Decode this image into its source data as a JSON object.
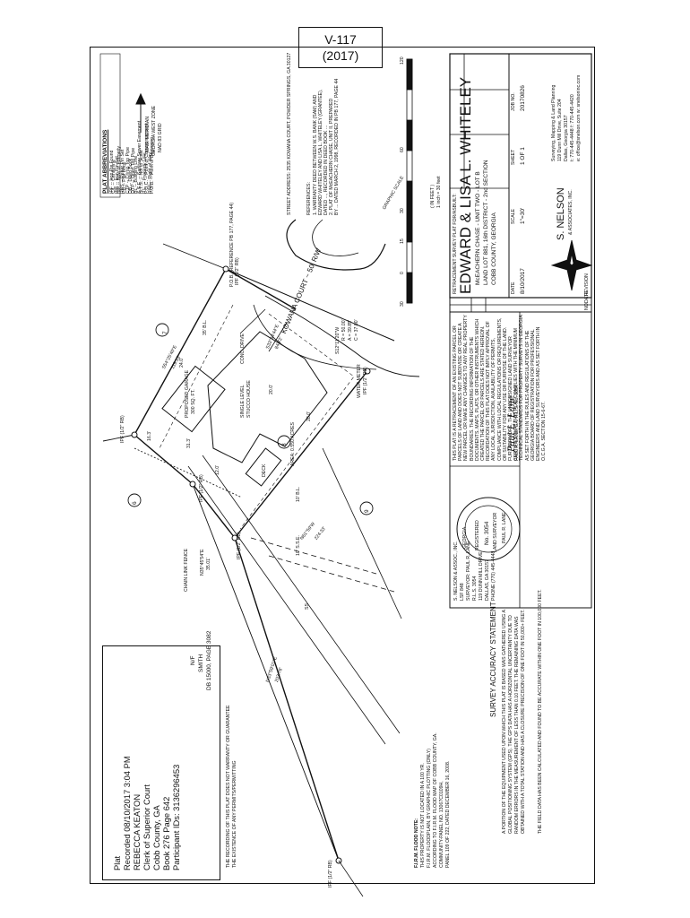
{
  "stamp": {
    "line1": "V-117",
    "line2": "(2017)"
  },
  "recording": {
    "lines": [
      "Plat",
      "Recorded 08/10/2017  3:04 PM",
      "REBECCA KEATON",
      "Clerk of Superior Court",
      "Cobb County, GA",
      "Book 276 Page 642",
      "Participant IDs: 3136296453"
    ]
  },
  "title_block": {
    "heading": "RETRACEMENT SURVEY PLAT FOR/ASBUILT:",
    "owners": "EDWARD & LISA L. WHITELEY",
    "subdivision": "McEACHERN CHASE - UNIT TWO - LOT B",
    "land_lot": "LAND LOT 881, 16th DISTRICT - 2nd SECTION",
    "county": "COBB COUNTY, GEORGIA",
    "date_label": "DATE",
    "date": "8/10/2017",
    "scale_label": "SCALE",
    "scale": "1\"=30'",
    "sheet_label": "SHEET",
    "sheet": "1 OF 1",
    "job_label": "JOB NO.",
    "job": "20170826"
  },
  "firm": {
    "name_line1": "S. NELSON",
    "name_line2": "& ASSOCIATES, INC.",
    "services": "Surveying, Mapping & Land Planning",
    "addr1": "119 Dunn Mill Drive, Suite 204",
    "addr2": "Dallas, Georgia 30157",
    "phone": "t: 770-445-4448   f: 770-445-4420",
    "web": "e: office@snelson.com  w: snelsoninc.com"
  },
  "abbreviations": {
    "title": "PLAT ABBREVIATIONS",
    "items": [
      "IPF -- Iron Pin Found",
      "IPS -- Iron Pin Set",
      "RBS -- Rebar Pin Set",
      "CTP -- Crimp Top Pipe",
      "OTP -- Open Top Pipe",
      "S.S.E. -- Sanitary Sewer Easement",
      "P.L. -- Property Line",
      "R/W -- Right of Way",
      "C/L -- Centerline",
      "N/F -- Now or Formerly",
      "PB -- Plat Book",
      "DB -- Deed Book",
      "BL -- Building Line",
      "N.T.S. -- Not to Scale",
      "P.O.C. -- Point of Commencement",
      "P.O.B. -- Point of Beginning"
    ]
  },
  "north_arrow": {
    "line1": "MAG. MERIDIAN",
    "line2": "GEORGIA WEST ZONE",
    "line3": "NAD 83 GRID"
  },
  "address_block": {
    "street": "STREET ADDRESS: 2535 KOWANA COURT, POWDER SPRINGS, GA 30127",
    "references_title": "REFERENCES:",
    "references": [
      "1. WARRANTY DEED BETWEEN W.S. BANK (SAM) AND",
      "EDWARD WHITELEY AND LISA L. WHITELEY (GRANTEE),",
      "DATED ..., RECORDED IN DEED BOOK ...",
      "2. PLAT OF McEACHERN CHASE, UNIT II, PREPARED",
      "BY ... DATED MARCH 2, 1998, RECORDED IN PB 177, PAGE 44"
    ]
  },
  "graphic_scale": {
    "label": "GRAPHIC SCALE",
    "feet_label": "( IN FEET )",
    "inch_label": "1 inch = 30 feet",
    "ticks": [
      "30",
      "0",
      "15",
      "30",
      "60",
      "120"
    ]
  },
  "certification": {
    "text": "THIS PLAT IS A RETRACEMENT OF AN EXISTING PARCEL OR PARCELS OF LAND AND DOES NOT SUBDIVIDE OR CREATE A NEW PARCEL OR MAKE ANY CHANGES TO ANY REAL PROPERTY BOUNDARIES. THE RECORDING INFORMATION OF THE DOCUMENTS, MAPS, PLATS, OR OTHER INSTRUMENTS WHICH CREATED THE PARCEL OR PARCELS ARE STATED HEREON. RECORDATION OF THIS PLAT DOES NOT IMPLY APPROVAL OF ANY LOCAL JURISDICTION, AVAILABILITY OF PERMITS, COMPLIANCE WITH LOCAL REGULATIONS OR REQUIREMENTS, OR SUITABILITY FOR ANY USE OR PURPOSE OF THE LAND. FURTHERMORE, THE UNDERSIGNED LAND SURVEYOR CERTIFIES THAT THIS PLAT COMPLIES WITH THE MINIMUM TECHNICAL STANDARDS FOR PROPERTY SURVEYS IN GEORGIA AS SET FORTH IN THE RULES AND REGULATIONS OF THE GEORGIA BOARD OF REGISTRATION FOR PROFESSIONAL ENGINEERS AND LAND SURVEYORS AND AS SET FORTH IN O.C.G.A. SECTION 15-6-67.",
    "signature": "Paul L. Lane",
    "signer": "PAUL R. LANE, GA. R.L.S. No. 3054"
  },
  "revision_header": {
    "no": "NO.",
    "date": "DATE",
    "revision": "REVISION"
  },
  "surveyor": {
    "lines": [
      "S. NELSON & ASSOC., INC.",
      "LSF 848",
      "SURVEYOR: PAUL R. LANE",
      "R.L.S. 3054",
      "119 DUNN MILL DRIVE",
      "DALLAS, GA 30157",
      "PHONE (770) 445-4448"
    ]
  },
  "seal": {
    "top": "GEORGIA",
    "mid1": "REGISTERED",
    "mid2": "No. 3054",
    "bottom": "LAND SURVEYOR",
    "name": "PAUL R. LANE"
  },
  "accuracy": {
    "title": "SURVEY ACCURACY STATEMENT",
    "lines": [
      "A PORTION OF THE EQUIPMENT USED UPON WHICH THIS PLAT IS BASED WAS GATHERED USING A",
      "GLOBAL POSITIONING SYSTEM (GPS). THE GPS DATA HAS A HORIZONTAL UNCERTAINTY DUE TO",
      "RANDOM ERRORS IN THE MEASUREMENT OF LESS THAN 0.10 FEET. THE REMAINING DATA WAS",
      "OBTAINED WITH A TOTAL STATION AND HAS A CLOSURE PRECISION OF ONE FOOT IN 50,000+ FEET.",
      "THE FIELD DATA HAS BEEN CALCULATED AND FOUND TO BE ACCURATE WITHIN ONE FOOT IN 100,000 FEET."
    ]
  },
  "flood_note": {
    "title": "F.I.R.M. FLOOD NOTE:",
    "lines": [
      "THIS PROPERTY IS NOT LOCATED IN A 100 YR.",
      "F.I.R.M. FLOODPLAIN, BY GRAPHIC PLOTTING (ONLY)",
      "ACCORDING TO F.I.R.M. FLOOD MAP OF COBB COUNTY, GA.",
      "COMMUNITY-PANEL NO. 13067C0109H,",
      "PANEL 109 OF 222, DATED DECEMBER 16, 2008."
    ]
  },
  "warranty_note": [
    "THE RECORDING OF THIS PLAT DOES NOT WARRANTY OR GUARANTEE",
    "THE EXISTENCE OF ANY PERMITS/PERMITTING"
  ],
  "plan": {
    "pob": "P.O.B. (REFERENCE PB 177, PAGE 44)",
    "pob_pin": "IPF (1/2\" RB)",
    "road": "KOWANA COURT ~ 50' R/W",
    "road_bearing": "S33°34'44\"E",
    "road_dist": "84.72'",
    "curve_head": "S12°11'20\"W",
    "curve_r": "R = 50.00'",
    "curve_a": "A = 39.85'",
    "curve_c": "C = 37.00'",
    "water_meter": "WATER METER",
    "ipf_east": "IPF (1/2\" RB)",
    "bearing_se": "N61°59'W",
    "dist_se": "224.33'",
    "bearing_ne": "S54°25'40\"E",
    "dist_ne": "119.15'",
    "bl_front": "35' B.L.",
    "bl_side": "10' B.L.",
    "house_1": "SINGLE LEVEL",
    "house_2": "STUCCO HOUSE",
    "lot_label": "8",
    "area": "AREA: 0.550 ACRES",
    "garage_1": "PROPOSED GARAGE",
    "garage_2": "300 SQ. FT.",
    "drive": "CONC. DRIVE",
    "deck": "DECK",
    "lot_7": "7",
    "lot_6": "6",
    "lot_9": "9",
    "ipf_nw": "IPF (1/2\" RB)",
    "ipf_w1": "IPF (1/2\" RB)",
    "ipf_w2": "IPF (1/2\" RB)",
    "ipf_south": "IPF (1/2\" RB)",
    "bearing_w": "N35°45'54\"E",
    "dist_w": "35.01'",
    "chain_link": "CHAIN LINK FENCE",
    "bearing_long": "N33°59'01\"E",
    "dist_long": "203.78'",
    "ss_label": "SS",
    "ss_ease": "10' S.S.E.",
    "nf_1": "N/F",
    "nf_2": "SMITH",
    "nf_3": "DB 15000, PAGE 3082",
    "dims": [
      "16.3'",
      "24.0'",
      "31.3'",
      "12.0'",
      "20.0'",
      "28.0'"
    ]
  }
}
